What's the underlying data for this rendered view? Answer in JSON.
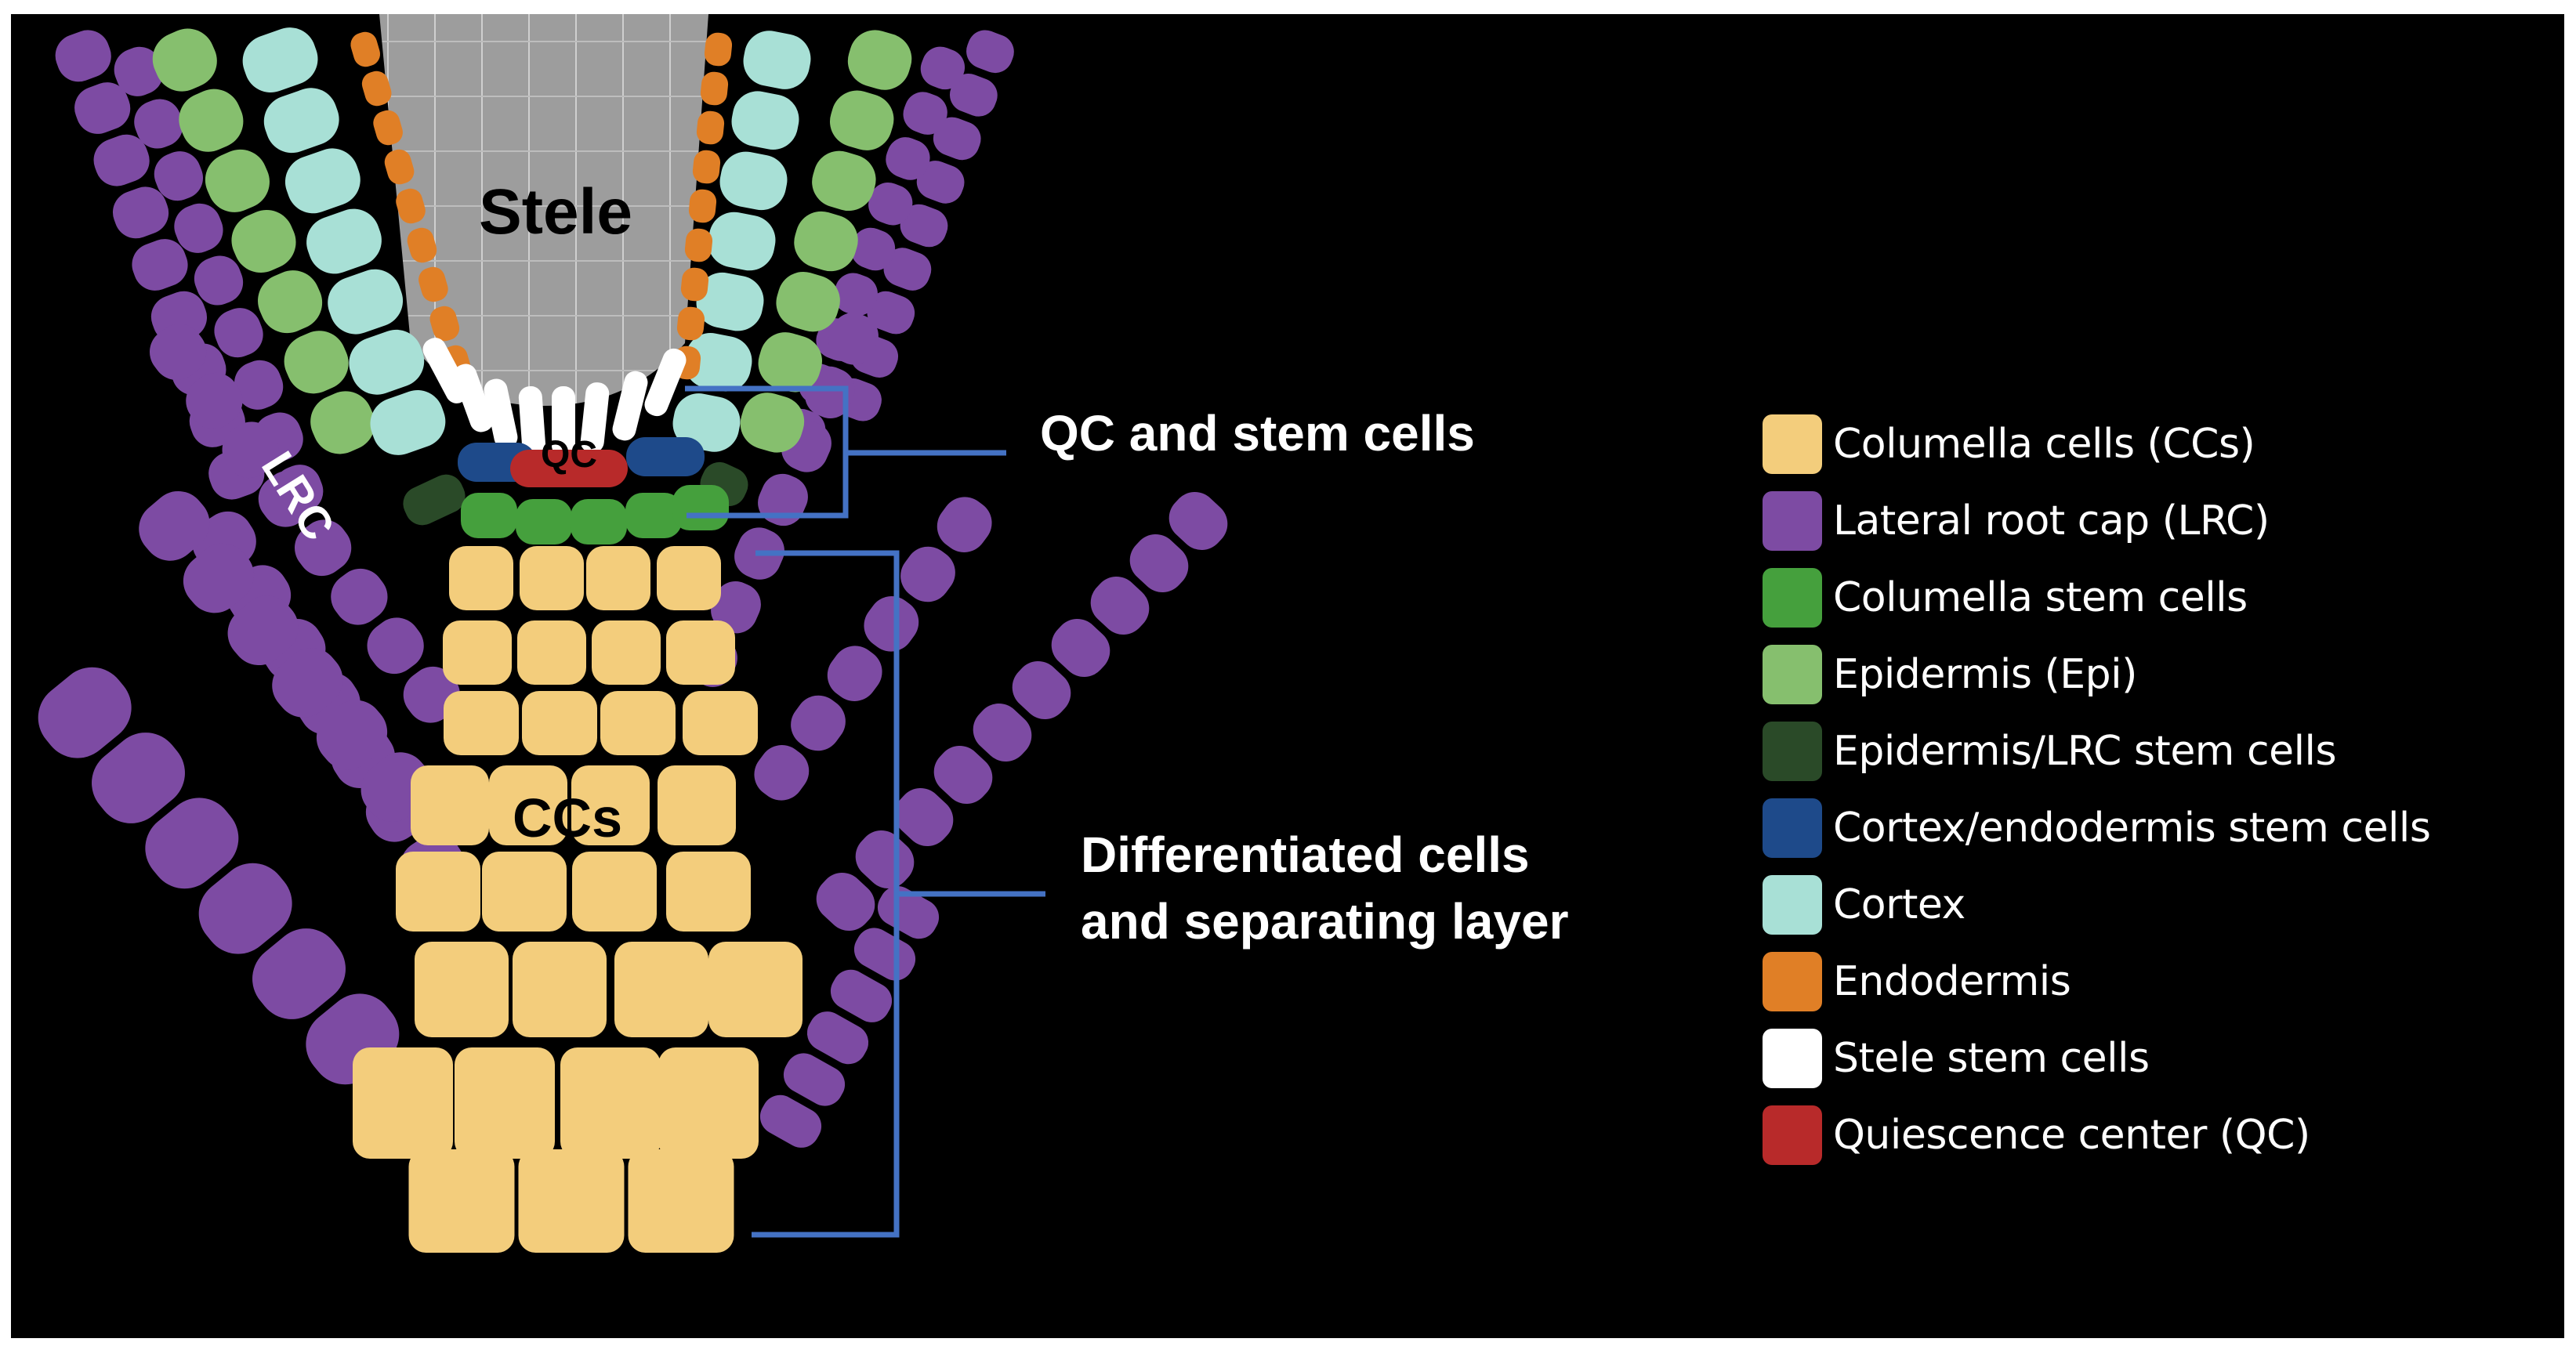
{
  "labels": {
    "stele": "Stele",
    "qc": "QC",
    "lrc": "LRC",
    "ccs": "CCs",
    "qc_stem_cells": "QC and stem cells",
    "diff_line1": "Differentiated cells",
    "diff_line2": "and separating layer"
  },
  "colors": {
    "background": "#000000",
    "bracket": "#4472c4",
    "stele_region": "#9a9a9a"
  },
  "legend": [
    {
      "label": "Columella cells (CCs)",
      "color": "#f3cd7c"
    },
    {
      "label": "Lateral root cap (LRC)",
      "color": "#7d4ba3"
    },
    {
      "label": "Columella stem cells",
      "color": "#45a03d"
    },
    {
      "label": "Epidermis (Epi)",
      "color": "#86bf6e"
    },
    {
      "label": "Epidermis/LRC stem cells",
      "color": "#2a4a28"
    },
    {
      "label": "Cortex/endodermis stem cells",
      "color": "#1e4a8a"
    },
    {
      "label": "Cortex",
      "color": "#a8e0d6"
    },
    {
      "label": "Endodermis",
      "color": "#e07f26"
    },
    {
      "label": "Stele stem cells",
      "color": "#ffffff"
    },
    {
      "label": "Quiescence center (QC)",
      "color": "#b82a2a"
    }
  ]
}
